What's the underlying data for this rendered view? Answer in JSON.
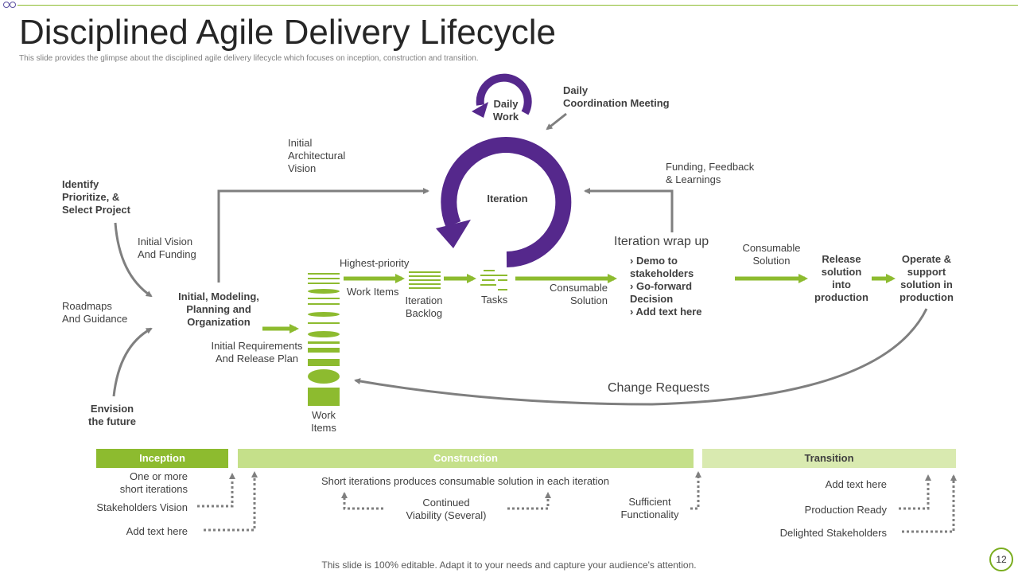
{
  "header": {
    "title": "Disciplined Agile Delivery Lifecycle",
    "subtitle": "This slide provides the glimpse about the disciplined agile delivery lifecycle which focuses on inception, construction and transition."
  },
  "diagram": {
    "identify": "Identify\nPrioritize, &\nSelect Project",
    "initial_vision": "Initial Vision\nAnd Funding",
    "roadmaps": "Roadmaps\nAnd Guidance",
    "envision": "Envision\nthe future",
    "initial_modeling": "Initial, Modeling,\nPlanning and\nOrganization",
    "initial_requirements": "Initial Requirements\nAnd Release Plan",
    "initial_arch": "Initial\nArchitectural\nVision",
    "highest_priority": "Highest-priority",
    "work_items_mid": "Work Items",
    "work_items_bottom": "Work\nItems",
    "iteration_backlog": "Iteration\nBacklog",
    "tasks": "Tasks",
    "daily_work": "Daily\nWork",
    "daily_coordination": "Daily\nCoordination Meeting",
    "iteration": "Iteration",
    "funding_feedback": "Funding, Feedback\n& Learnings",
    "consumable_solution_1": "Consumable\nSolution",
    "iteration_wrap_up": "Iteration wrap up",
    "wrap_items": [
      "Demo to\nstakeholders",
      "Go-forward\nDecision",
      "Add text here"
    ],
    "consumable_solution_2": "Consumable\nSolution",
    "release_solution": "Release\nsolution\ninto\nproduction",
    "operate_support": "Operate &\nsupport\nsolution in\nproduction",
    "change_requests": "Change Requests"
  },
  "phases": {
    "inception": "Inception",
    "construction": "Construction",
    "transition": "Transition"
  },
  "notes": {
    "one_or_more": "One or more\nshort iterations",
    "stakeholders_vision": "Stakeholders Vision",
    "add_text_1": "Add text here",
    "short_iterations": "Short iterations produces consumable solution in each iteration",
    "continued_viability": "Continued\nViability (Several)",
    "sufficient": "Sufficient\nFunctionality",
    "add_text_2": "Add text here",
    "production_ready": "Production Ready",
    "delighted": "Delighted Stakeholders"
  },
  "footer": {
    "text": "This slide is 100% editable. Adapt it to your needs and capture your audience's attention.",
    "page_number": "12"
  },
  "colors": {
    "green": "#8dbb2f",
    "light_green": "#c5e08a",
    "pale_green": "#d9eab0",
    "purple": "#55288c",
    "gray_arrow": "#7f7f7f"
  }
}
